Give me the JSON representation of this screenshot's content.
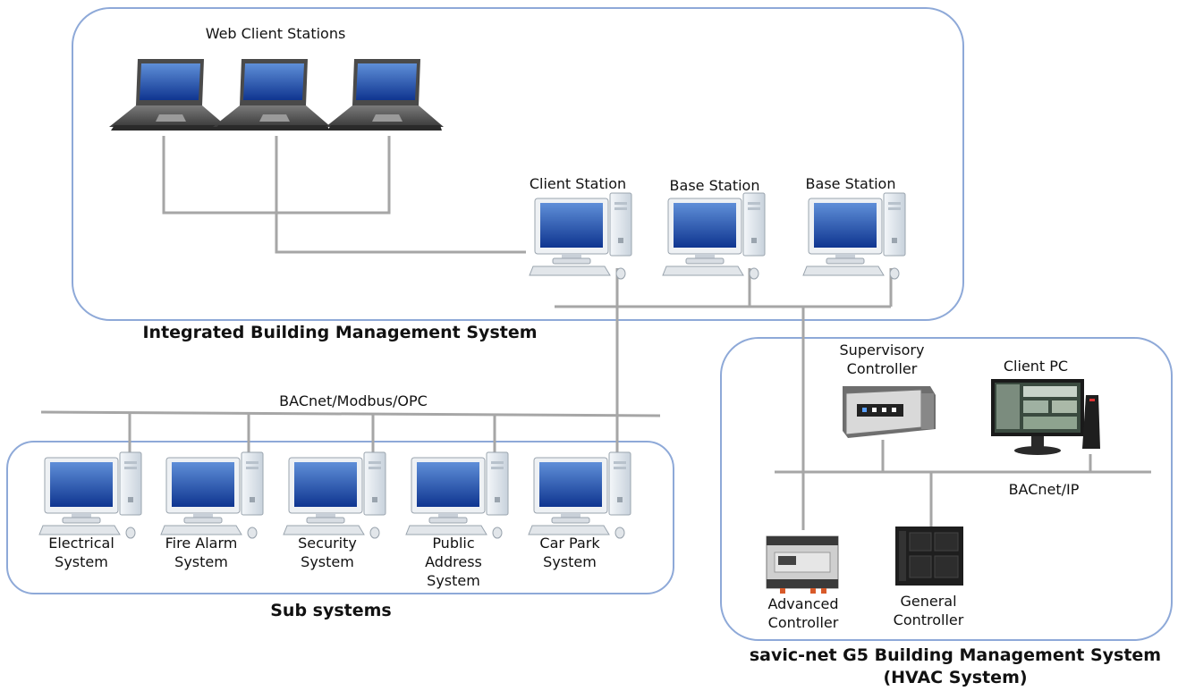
{
  "ibms": {
    "title": "Integrated Building Management System",
    "web_clients_label": "Web Client Stations",
    "client_station_label": "Client Station",
    "base_station_1_label": "Base Station",
    "base_station_2_label": "Base Station"
  },
  "subsystems": {
    "title": "Sub systems",
    "bus_label": "BACnet/Modbus/OPC",
    "items": [
      {
        "label": "Electrical\nSystem"
      },
      {
        "label": "Fire Alarm\nSystem"
      },
      {
        "label": "Security\nSystem"
      },
      {
        "label": "Public\nAddress\nSystem"
      },
      {
        "label": "Car Park\nSystem"
      }
    ]
  },
  "savic": {
    "title": "savic-net G5 Building Management System\n(HVAC System)",
    "supervisory_label": "Supervisory\nController",
    "client_pc_label": "Client PC",
    "bus_label": "BACnet/IP",
    "advanced_label": "Advanced\nController",
    "general_label": "General\nController"
  },
  "colors": {
    "frame": "#8ea9d8",
    "wire": "#a6a6a6",
    "screen": "#1f4fa8"
  }
}
